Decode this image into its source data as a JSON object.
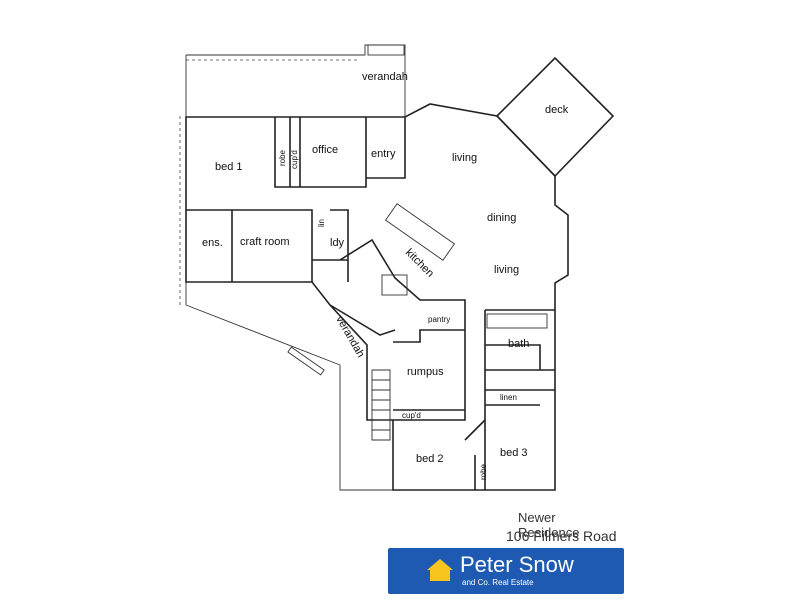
{
  "rooms": {
    "verandah_top": "verandah",
    "deck": "deck",
    "bed1": "bed 1",
    "robe1": "robe",
    "cupd1": "cup'd",
    "office": "office",
    "entry": "entry",
    "living1": "living",
    "dining": "dining",
    "living2": "living",
    "ens": "ens.",
    "craft": "craft room",
    "lin": "lin",
    "ldy": "ldy",
    "kitchen": "kitchen",
    "verandah_side": "verandah",
    "pantry": "pantry",
    "bath": "bath",
    "rumpus": "rumpus",
    "linen": "linen",
    "cupd2": "cup'd",
    "bed2": "bed 2",
    "robe2": "robe",
    "bed3": "bed 3"
  },
  "caption": {
    "subtitle": "Newer Residence",
    "address": "106 Filmers Road"
  },
  "logo": {
    "name": "Peter Snow",
    "sub": "and Co. Real Estate",
    "bg_color": "#1e5ab1",
    "house_color": "#f7c51e"
  }
}
